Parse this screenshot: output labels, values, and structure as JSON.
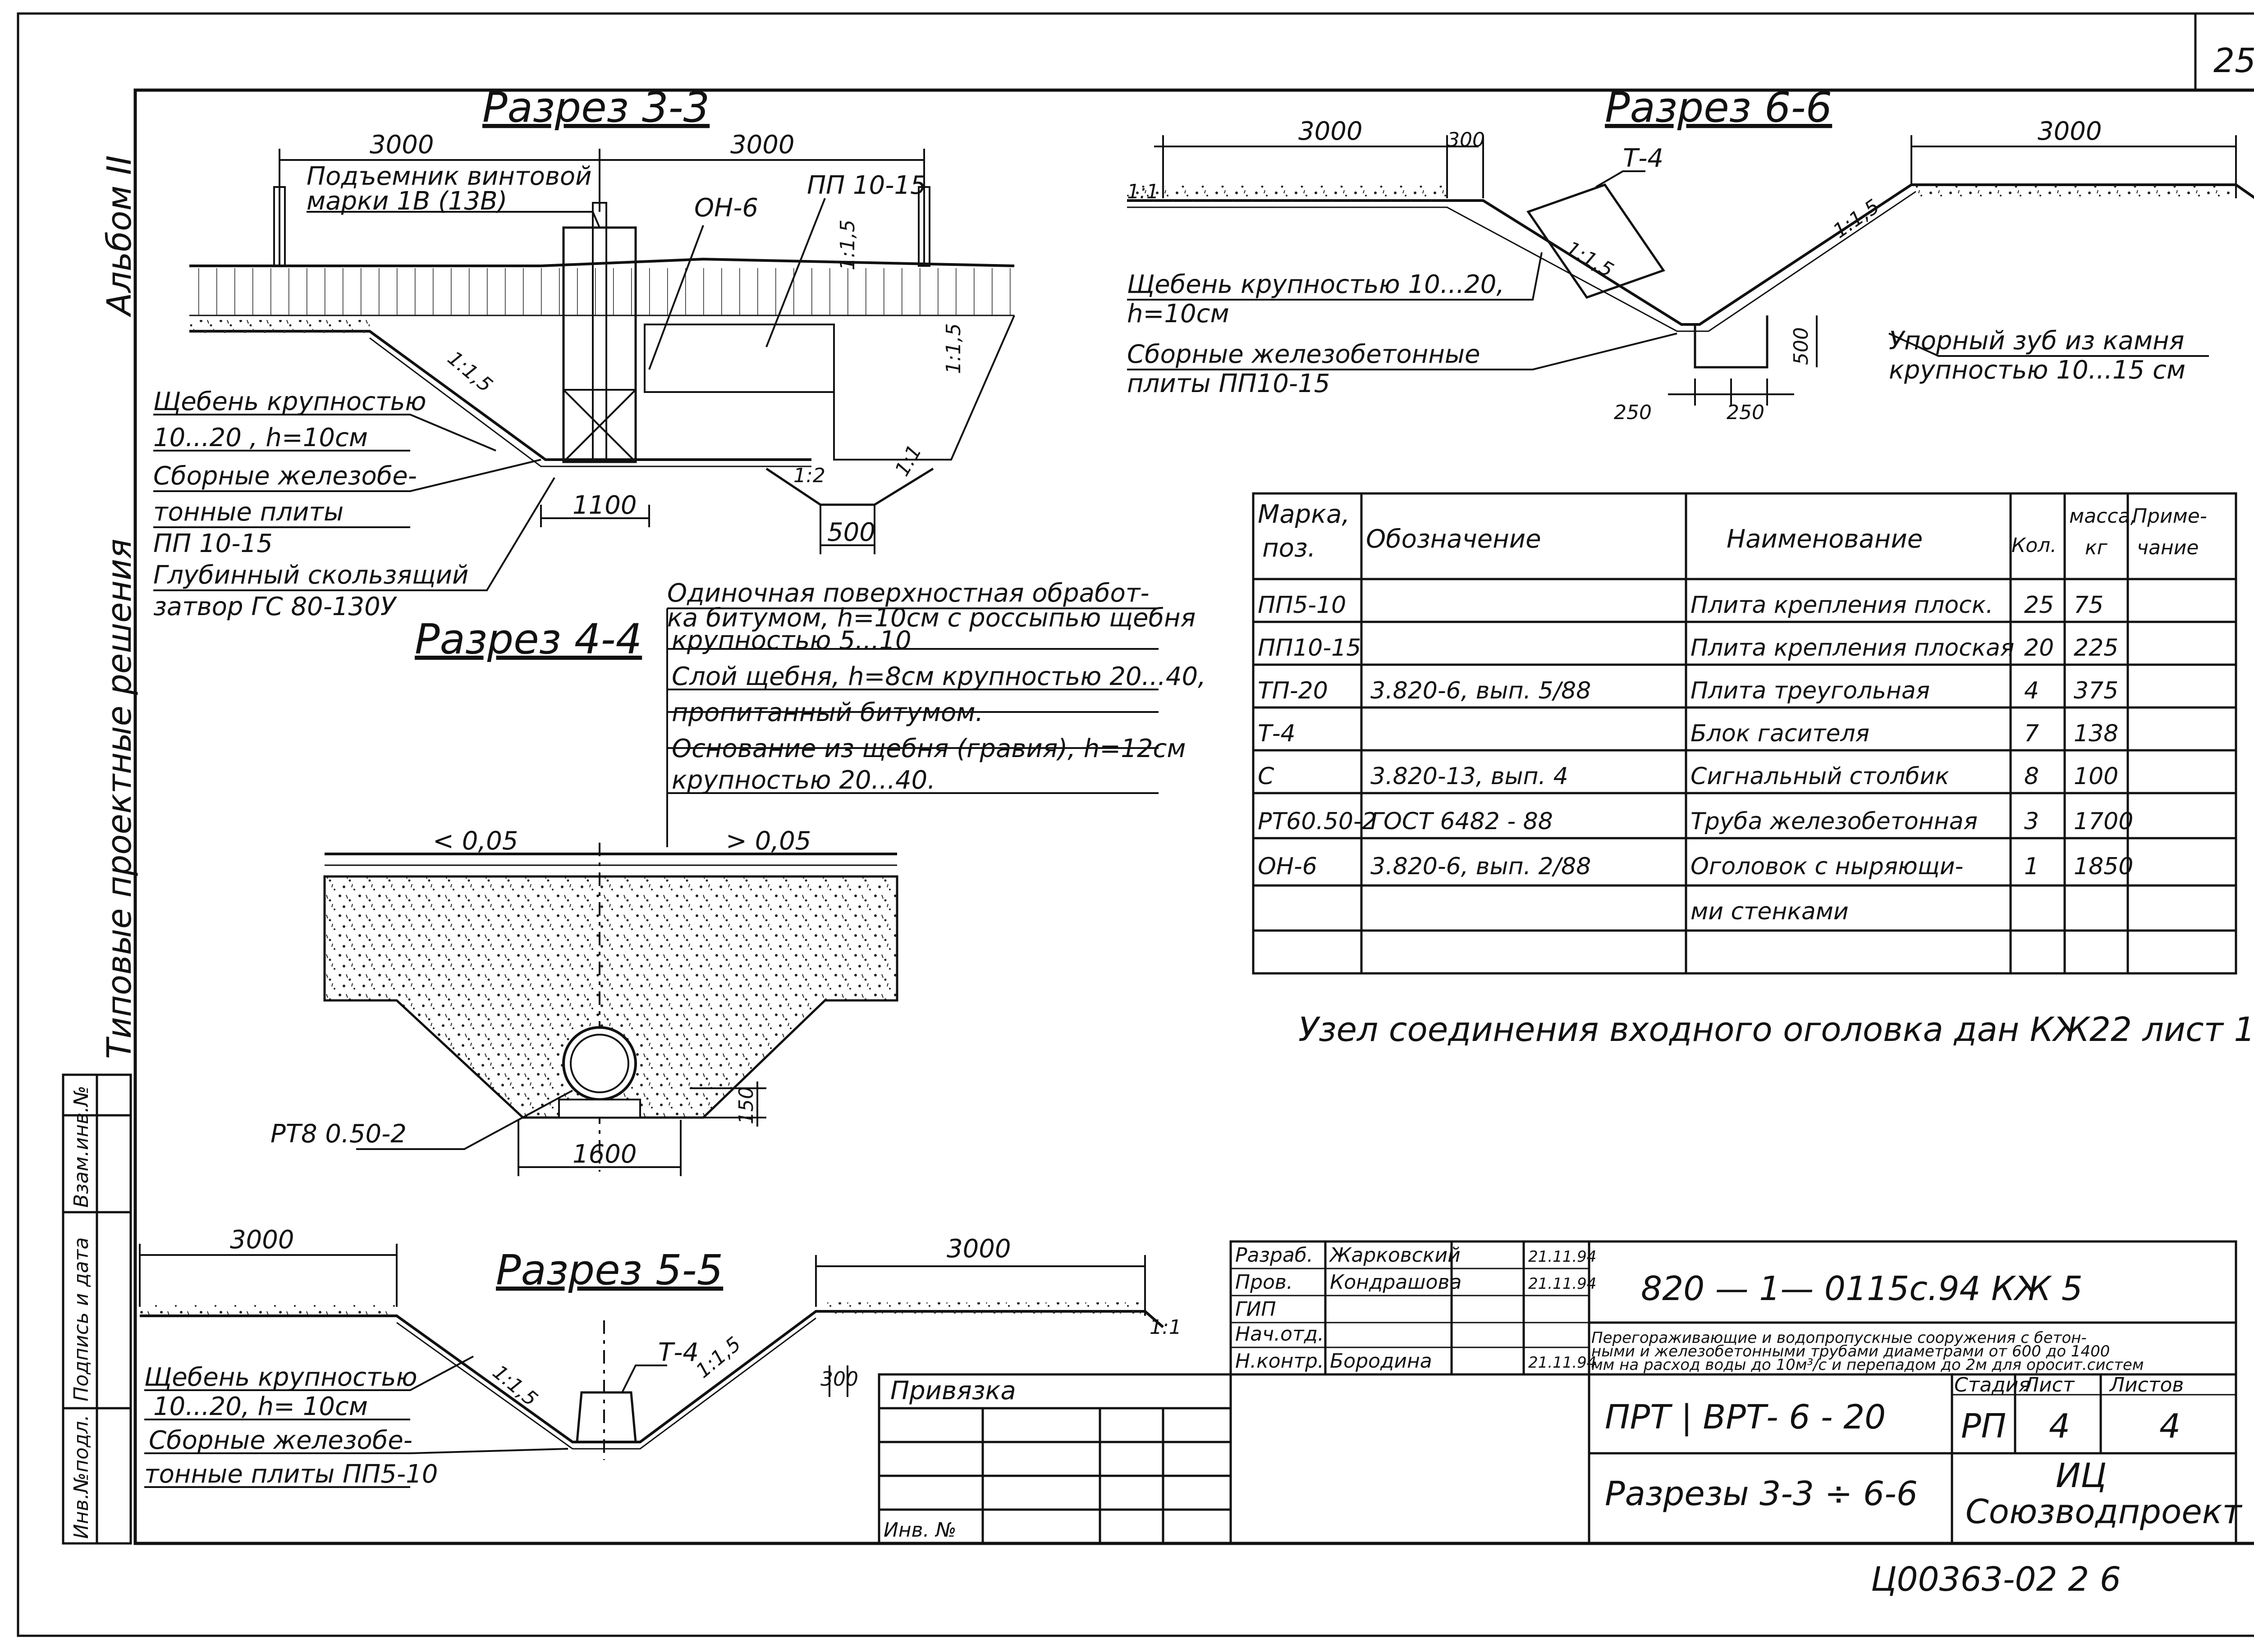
{
  "page": {
    "sheet_number": "25",
    "bottom_code": "Ц00363-02   2 6"
  },
  "side": {
    "album": "Альбом II",
    "series": "Типовые проектные решения",
    "stamp": [
      "Инв.№подл.",
      "Подпись и дата",
      "Взам.инв.№"
    ]
  },
  "s33": {
    "title": "Разрез 3-3",
    "dim_left": "3000",
    "dim_right": "3000",
    "lifter": [
      "Подъемник винтовой",
      "марки 1В (13В)"
    ],
    "oh": "ОН-6",
    "pp": "ПП 10-15",
    "notes": [
      "Щебень крупностью",
      "10...20 ,  h=10см",
      "Сборные железобе-",
      "тонные плиты",
      "ПП 10-15"
    ],
    "gate": [
      "Глубинный скользящий",
      "затвор ГС 80-130У"
    ],
    "dim_1100": "1100",
    "dim_500": "500",
    "slope_a": "1:1,5",
    "slope_b": "1:1,5",
    "slope_c": "1:1,5",
    "slope_d": "1:2",
    "slope_e": "1:1"
  },
  "s44": {
    "title": "Разрез 4-4",
    "notes": [
      "Одиночная поверхностная обработ-",
      "ка битумом, h=10см с россыпью щебня",
      "крупностью 5...10",
      "Слой щебня, h=8см крупностью 20...40,",
      "пропитанный битумом.",
      "Основание из щебня (гравия), h=12см",
      "крупностью 20...40."
    ],
    "slope_l": "< 0,05",
    "slope_r": "> 0,05",
    "pipe": "РТ8 0.50-2",
    "dim_1600": "1600",
    "dim_150": "150"
  },
  "s55": {
    "title": "Разрез 5-5",
    "dim_left": "3000",
    "dim_right": "3000",
    "t4": "Т-4",
    "slope_l": "1:1,5",
    "slope_r": "1:1,5",
    "slope_e": "1:1",
    "dim_300": "300",
    "notes": [
      "Щебень крупностью",
      "10...20, h= 10см",
      "Сборные железобе-",
      "тонные плиты ПП5-10"
    ]
  },
  "s66": {
    "title": "Разрез 6-6",
    "dim_left": "3000",
    "dim_300": "300",
    "dim_right": "3000",
    "t4": "Т-4",
    "slope_a": "1:1,5",
    "slope_b": "1:1,5",
    "slope_e": "1:1",
    "notes": [
      "Щебень крупностью 10...20,",
      "h=10см",
      "Сборные железобетонные",
      "плиты ПП10-15"
    ],
    "stop": [
      "Упорный зуб из камня",
      "крупностью 10...15 см"
    ],
    "dim_500": "500",
    "dim_250a": "250",
    "dim_250b": "250"
  },
  "spec": {
    "headers": [
      "Марка, поз.",
      "Обозначение",
      "Наименование",
      "Кол.",
      "Масса, кг",
      "Приме- чание"
    ],
    "rows": [
      [
        "ПП5-10",
        "",
        "Плита крепления плоск.",
        "25",
        "75",
        ""
      ],
      [
        "ПП10-15",
        "",
        "Плита крепления плоская",
        "20",
        "225",
        ""
      ],
      [
        "ТП-20",
        "3.820-6, вып. 5/88",
        "Плита треугольная",
        "4",
        "375",
        ""
      ],
      [
        "Т-4",
        "",
        "Блок гасителя",
        "7",
        "138",
        ""
      ],
      [
        "С",
        "3.820-13, вып. 4",
        "Сигнальный столбик",
        "8",
        "100",
        ""
      ],
      [
        "РТ60.50-2",
        "ГОСТ 6482 - 88",
        "Труба железобетонная",
        "3",
        "1700",
        ""
      ],
      [
        "ОН-6",
        "3.820-6, вып. 2/88",
        "Оголовок с ныряющи-",
        "1",
        "1850",
        ""
      ],
      [
        "",
        "",
        "ми стенками",
        "",
        "",
        ""
      ],
      [
        "",
        "",
        "",
        "",
        "",
        ""
      ]
    ]
  },
  "note": "Узел соединения входного оголовка дан КЖ22 лист 1",
  "binding": {
    "label": "Привязка",
    "inv": "Инв. №"
  },
  "title_block": {
    "roles": [
      {
        "role": "Разраб.",
        "name": "Жарковский",
        "date": "21.11.94"
      },
      {
        "role": "Пров.",
        "name": "Кондрашова",
        "date": "21.11.94"
      },
      {
        "role": "ГИП",
        "name": "",
        "date": ""
      },
      {
        "role": "Нач.отд.",
        "name": "",
        "date": ""
      },
      {
        "role": "Н.контр.",
        "name": "Бородина",
        "date": "21.11.94"
      }
    ],
    "code": "820 — 1— 0115с.94     КЖ 5",
    "description": [
      "Перегораживающие и водопропускные сооружения с бетон-",
      "ными и железобетонными трубами диаметрами от 600 до 1400",
      "мм на расход воды до 10м³/с и перепадом до 2м для оросит.систем"
    ],
    "project": "ПРТ | ВРТ- 6 - 20",
    "stage_h": "Стадия",
    "sheet_h": "Лист",
    "sheets_h": "Листов",
    "stage": "РП",
    "sheet": "4",
    "sheets": "4",
    "sheet_title": "Разрезы 3-3 ÷ 6-6",
    "org": [
      "ИЦ",
      "Союзводпроект"
    ]
  }
}
